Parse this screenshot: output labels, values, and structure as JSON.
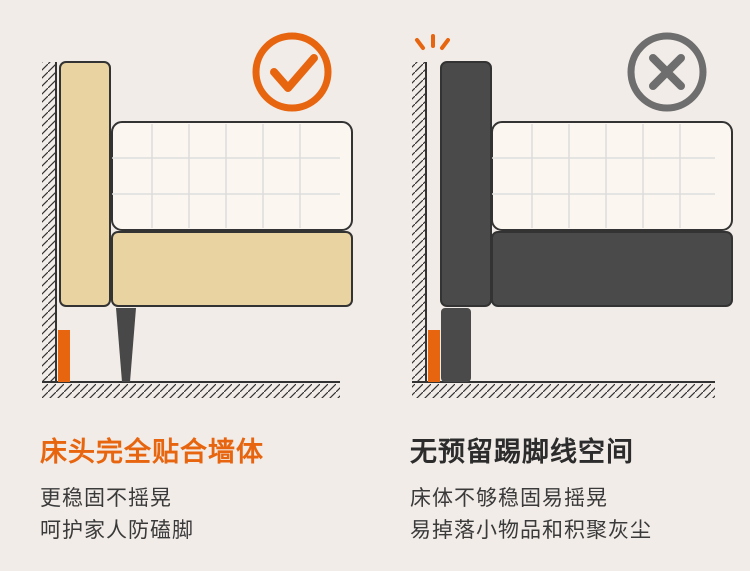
{
  "left": {
    "heading": "床头完全贴合墙体",
    "lines": [
      "更稳固不摇晃",
      "呵护家人防磕脚"
    ],
    "verdict": "correct",
    "accent_color": "#e8650f",
    "heading_color": "#e8650f",
    "headboard_color": "#e9d3a0"
  },
  "right": {
    "heading": "无预留踢脚线空间",
    "lines": [
      "床体不够稳固易摇晃",
      "易掉落小物品和积聚灰尘"
    ],
    "verdict": "wrong",
    "accent_color": "#6e6e6e",
    "heading_color": "#2c2c2c",
    "headboard_color": "#4a4a4a"
  }
}
